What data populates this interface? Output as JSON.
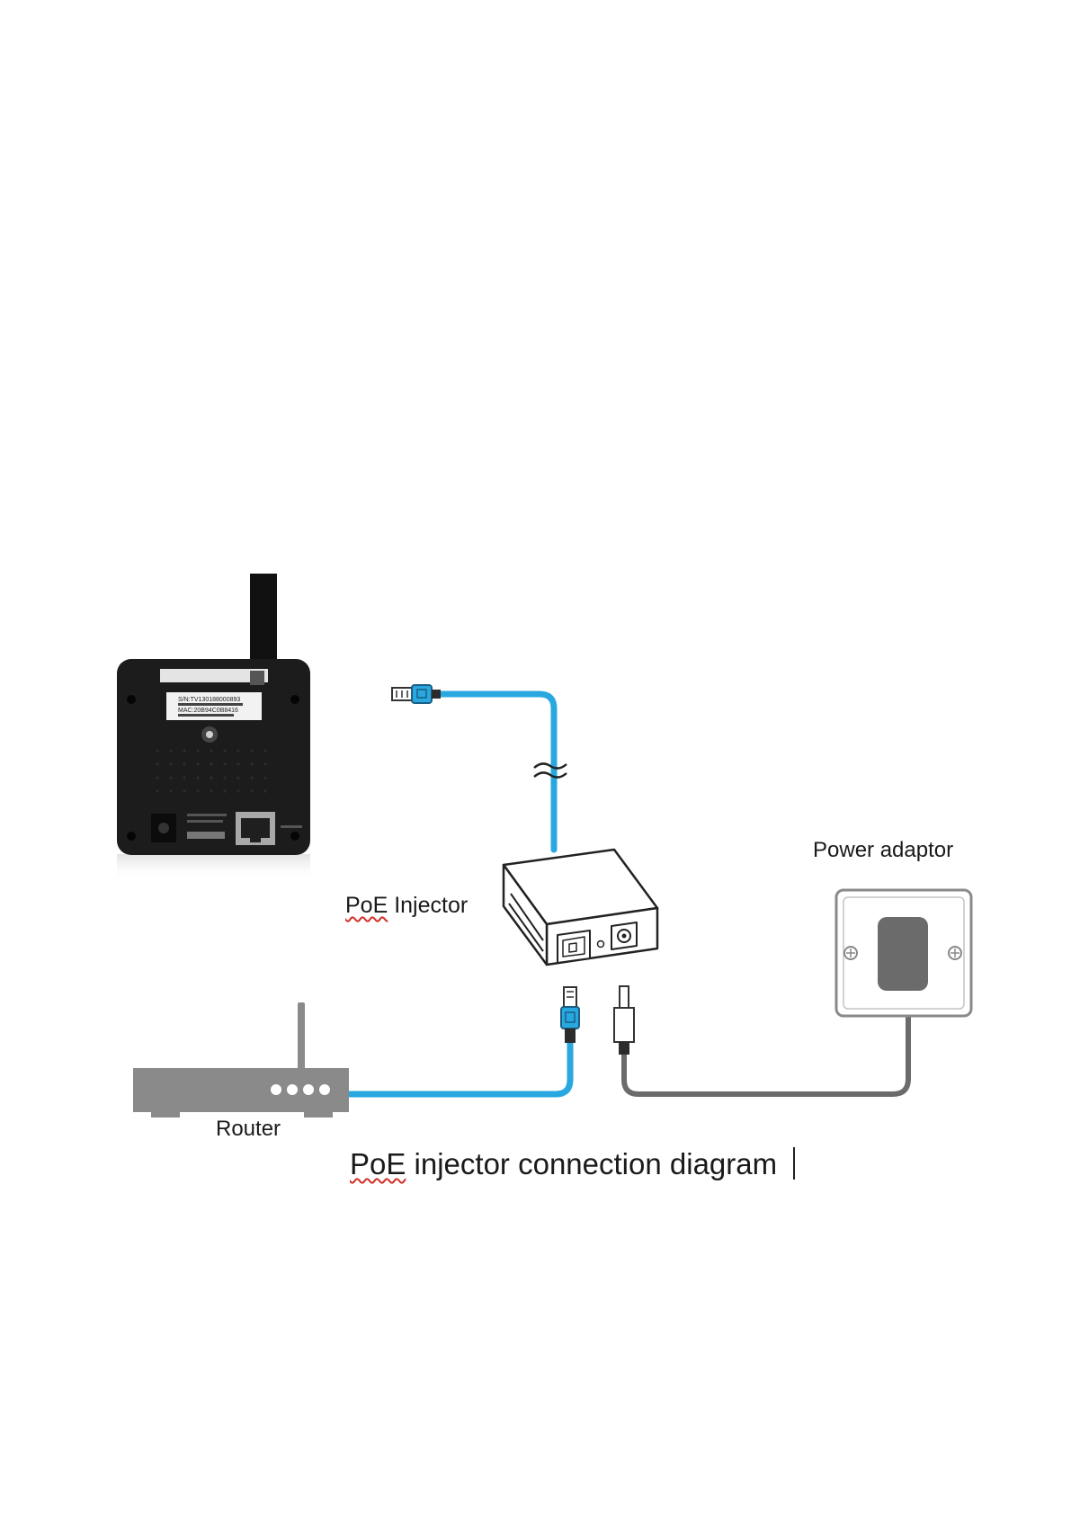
{
  "labels": {
    "power_adaptor": "Power adaptor",
    "poe_injector_word": "PoE",
    "poe_injector_rest": " Injector",
    "router": "Router"
  },
  "caption": {
    "word": "PoE",
    "rest": " injector connection diagram"
  },
  "camera_label": {
    "serial": "S/N:TV130188000893",
    "mac": "MAC:20B94C0B8416"
  },
  "colors": {
    "ethernet_cable": "#29a8e0",
    "power_cable": "#6b6b6b",
    "router": "#8a8a8a",
    "camera_body": "#1c1c1c",
    "spellcheck": "#d0302a"
  }
}
